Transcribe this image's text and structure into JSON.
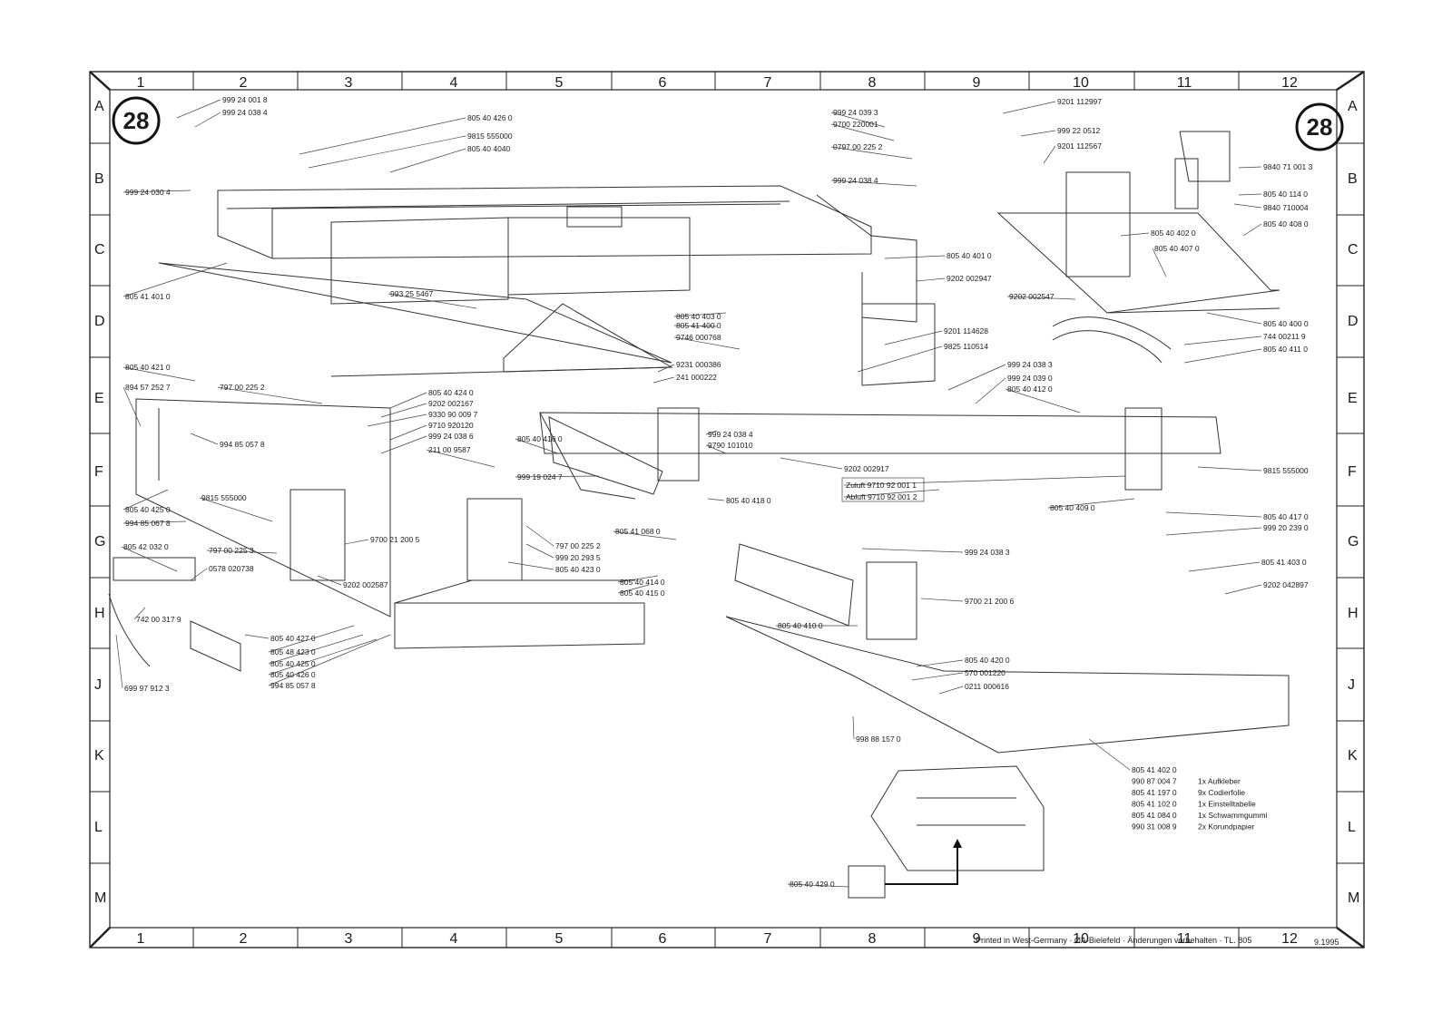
{
  "sheet_number": "28",
  "columns": [
    "1",
    "2",
    "3",
    "4",
    "5",
    "6",
    "7",
    "8",
    "9",
    "10",
    "11",
    "12"
  ],
  "rows": [
    "A",
    "B",
    "C",
    "D",
    "E",
    "F",
    "G",
    "H",
    "J",
    "K",
    "L",
    "M"
  ],
  "part_labels": [
    "999 24 001 8",
    "999 24 038 4",
    "999 24 030 4",
    "805 41 401 0",
    "805 40 426 0",
    "9815 555000",
    "805 40 4040",
    "993 25 5467",
    "805 40 401 0",
    "9202 002947",
    "999 24 039 3",
    "9700 220001",
    "0797 00 225 2",
    "999 24 038 4",
    "9201 112997",
    "999 22 0512",
    "9201 112567",
    "9840 71 001 3",
    "805 40 114 0",
    "9840 710004",
    "805 40 408 0",
    "805 40 402 0",
    "805 40 407 0",
    "9202 002547",
    "805 40 400 0",
    "744 00211 9",
    "805 40 411 0",
    "805 40 403 0",
    "805 41 400 0",
    "9746 000768",
    "9231 000386",
    "241 000222",
    "9201 114628",
    "9825 110514",
    "999 24 038 3",
    "999 24 039 0",
    "805 40 412 0",
    "805 40 421 0",
    "894 57 252 7",
    "797 00 225 2",
    "805 40 424 0",
    "9202 002167",
    "9330 90 009 7",
    "9710 920120",
    "999 24 038 6",
    "211 00 9587",
    "994 85 057 8",
    "805 40 416 0",
    "999 19 024 7",
    "999 24 038 4",
    "9790 101010",
    "805 40 418 0",
    "9202 002917",
    "Zuluft 9710 92 001 1",
    "Abluft 9710 92 001 2",
    "9815 555000",
    "805 40 409 0",
    "805 40 417 0",
    "999 20 239 0",
    "805 40 425 0",
    "994 85 067 8",
    "9815 555000",
    "9700 21 200 5",
    "805 42 032 0",
    "797 00 225 3",
    "0578 020738",
    "9202 002587",
    "805 41 068 0",
    "797 00 225 2",
    "999 20 293 5",
    "805 40 423 0",
    "999 24 038 3",
    "805 41 403 0",
    "9202 042897",
    "805 40 414 0",
    "805 40 415 0",
    "9700 21 200 6",
    "742 00 317 9",
    "805 40 427 0",
    "805 48 423 0",
    "805 40 425 0",
    "805 40 426 0",
    "994 85 057 8",
    "805 40 410 0",
    "805 40 420 0",
    "570 001220",
    "0211 000616",
    "699 97 912 3",
    "998 88 157 0",
    "805 41 402 0",
    "805 40 429 0"
  ],
  "parts_list": [
    {
      "number": "805 41 402 0",
      "desc": ""
    },
    {
      "number": "990 87 004 7",
      "desc": "1x  Aufkleber"
    },
    {
      "number": "805 41 197 0",
      "desc": "9x  Codierfolie"
    },
    {
      "number": "805 41 102 0",
      "desc": "1x  Einstelltabelle"
    },
    {
      "number": "805 41 084 0",
      "desc": "1x  Schwammgummi"
    },
    {
      "number": "990 31 008 9",
      "desc": "2x  Korundpapier"
    }
  ],
  "footer": {
    "imprint": "Printed in West-Germany · ØA-Bielefeld · Änderungen vorbehalten · TL. 805",
    "date": "9.1995"
  }
}
